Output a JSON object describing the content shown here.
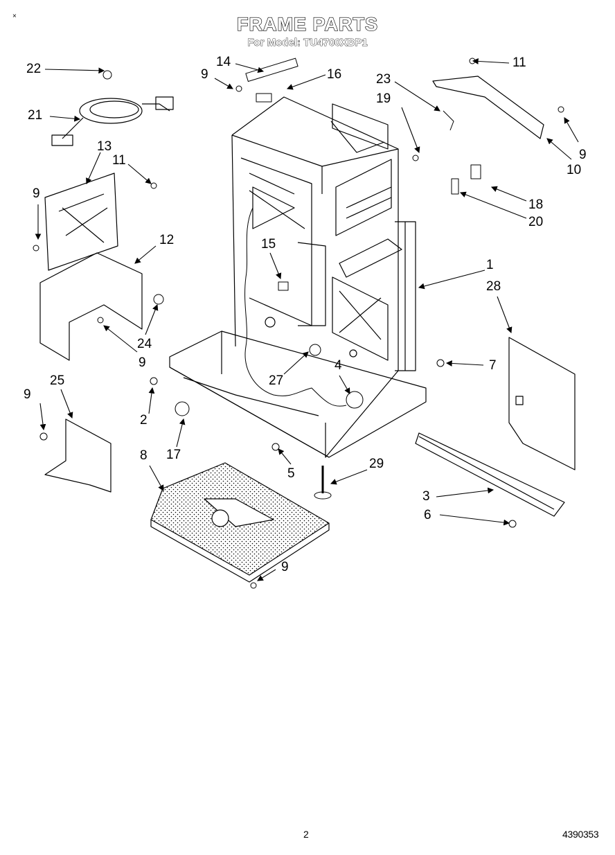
{
  "header": {
    "title": "FRAME PARTS",
    "subtitle": "For Model: TU4700XBP1",
    "corner_mark": "×"
  },
  "footer": {
    "page_number": "2",
    "doc_number": "4390353"
  },
  "callouts": [
    "22",
    "14",
    "9",
    "16",
    "11",
    "23",
    "19",
    "21",
    "13",
    "11",
    "9",
    "10",
    "18",
    "20",
    "9",
    "12",
    "15",
    "1",
    "28",
    "24",
    "9",
    "7",
    "27",
    "4",
    "25",
    "2",
    "9",
    "8",
    "17",
    "5",
    "29",
    "3",
    "6",
    "9"
  ]
}
